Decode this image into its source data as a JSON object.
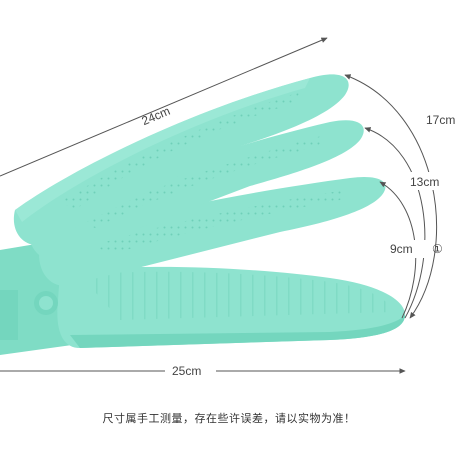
{
  "product": {
    "name": "shoe-rack-height-adjuster",
    "color": "#8ee3cf",
    "color_dark": "#5cc7ad",
    "color_shadow": "#74d6be"
  },
  "dimensions": {
    "length_top": "24cm",
    "length_bottom": "25cm",
    "height_level_3": "17cm",
    "height_level_2": "13cm",
    "height_level_1": "9cm",
    "level_marker": "①"
  },
  "note": "尺寸属手工测量，存在些许误差，请以实物为准！",
  "colors": {
    "dimension_line": "#555555",
    "text": "#444444"
  }
}
